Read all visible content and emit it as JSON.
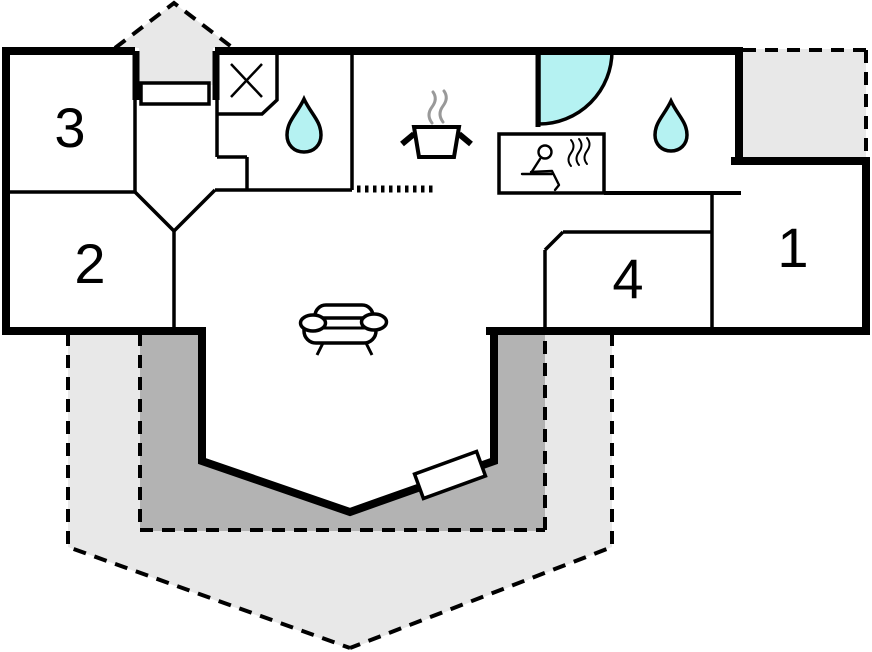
{
  "floorplan": {
    "rooms": [
      {
        "number": "1"
      },
      {
        "number": "2"
      },
      {
        "number": "3"
      },
      {
        "number": "4"
      }
    ],
    "colors": {
      "water": "#b5f2f2",
      "terrace_light": "#e8e8e8",
      "terrace_dark": "#b3b3b3",
      "wall": "#000000",
      "steam_gray": "#999999",
      "background": "#ffffff"
    },
    "icons": {
      "shower_tray": "crossed-square",
      "water_drop": "teardrop",
      "stove": "pot-with-steam",
      "sauna": "seated-person-with-steam",
      "sofa": "sofa",
      "door": "door-leaf",
      "entrance": "dashed-arrow"
    }
  }
}
